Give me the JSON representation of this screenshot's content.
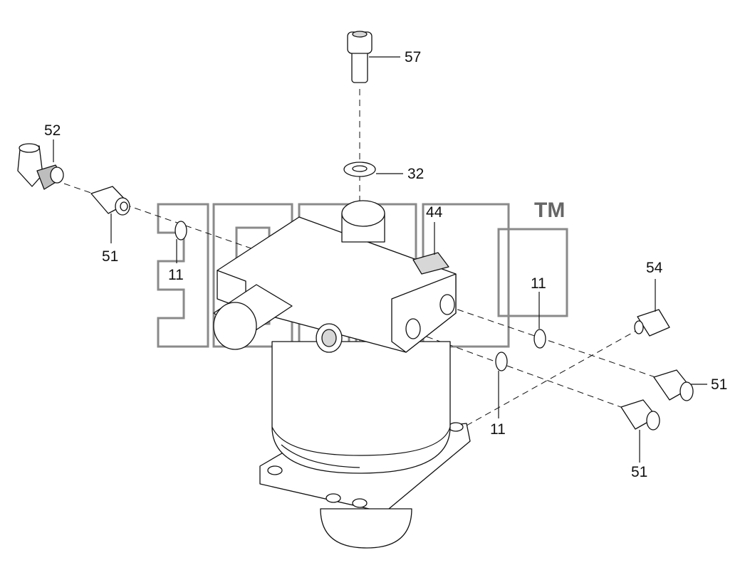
{
  "watermark": {
    "trademark": "TM"
  },
  "callouts": [
    {
      "id": "c57",
      "label": "57"
    },
    {
      "id": "c52",
      "label": "52"
    },
    {
      "id": "c32",
      "label": "32"
    },
    {
      "id": "c44",
      "label": "44"
    },
    {
      "id": "c51a",
      "label": "51"
    },
    {
      "id": "c11a",
      "label": "11"
    },
    {
      "id": "c11b",
      "label": "11"
    },
    {
      "id": "c54",
      "label": "54"
    },
    {
      "id": "c51b",
      "label": "51"
    },
    {
      "id": "c11c",
      "label": "11"
    },
    {
      "id": "c51c",
      "label": "51"
    }
  ]
}
